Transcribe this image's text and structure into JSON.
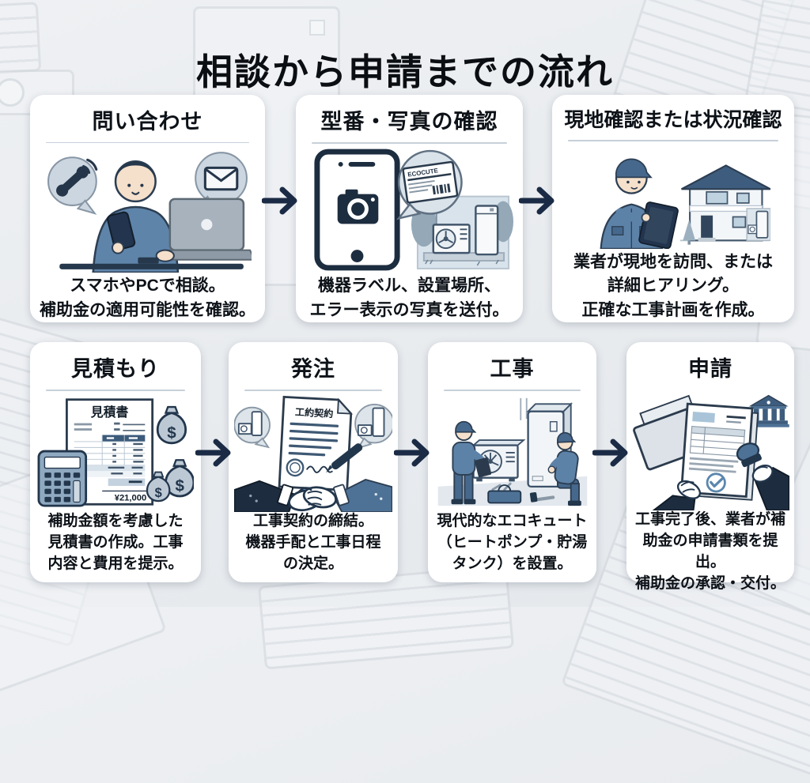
{
  "title": "相談から申請までの流れ",
  "colors": {
    "arrow_navy": "#1b2b45",
    "illustration_blue": "#5d82a8",
    "card_background": "#ffffff"
  },
  "steps": [
    {
      "title": "問い合わせ",
      "description": "スマホやPCで相談。\n補助金の適用可能性を確認。"
    },
    {
      "title": "型番・写真の確認",
      "description": "機器ラベル、設置場所、\nエラー表示の写真を送付。",
      "label": "ECOCUTE"
    },
    {
      "title": "現地確認または状況確認",
      "description": "業者が現地を訪問、または\n詳細ヒアリング。\n正確な工事計画を作成。"
    },
    {
      "title": "見積もり",
      "description": "補助金額を考慮した\n見積書の作成。工事\n内容と費用を提示。",
      "doc_title": "見積書",
      "total": "¥21,000",
      "currency": "$"
    },
    {
      "title": "発注",
      "description": "工事契約の締結。\n機器手配と工事日程\nの決定。",
      "doc_title": "工約契約"
    },
    {
      "title": "工事",
      "description": "現代的なエコキュート\n（ヒートポンプ・貯湯\nタンク）を設置。"
    },
    {
      "title": "申請",
      "description": "工事完了後、業者が補\n助金の申請書類を提出。\n補助金の承認・交付。"
    }
  ]
}
